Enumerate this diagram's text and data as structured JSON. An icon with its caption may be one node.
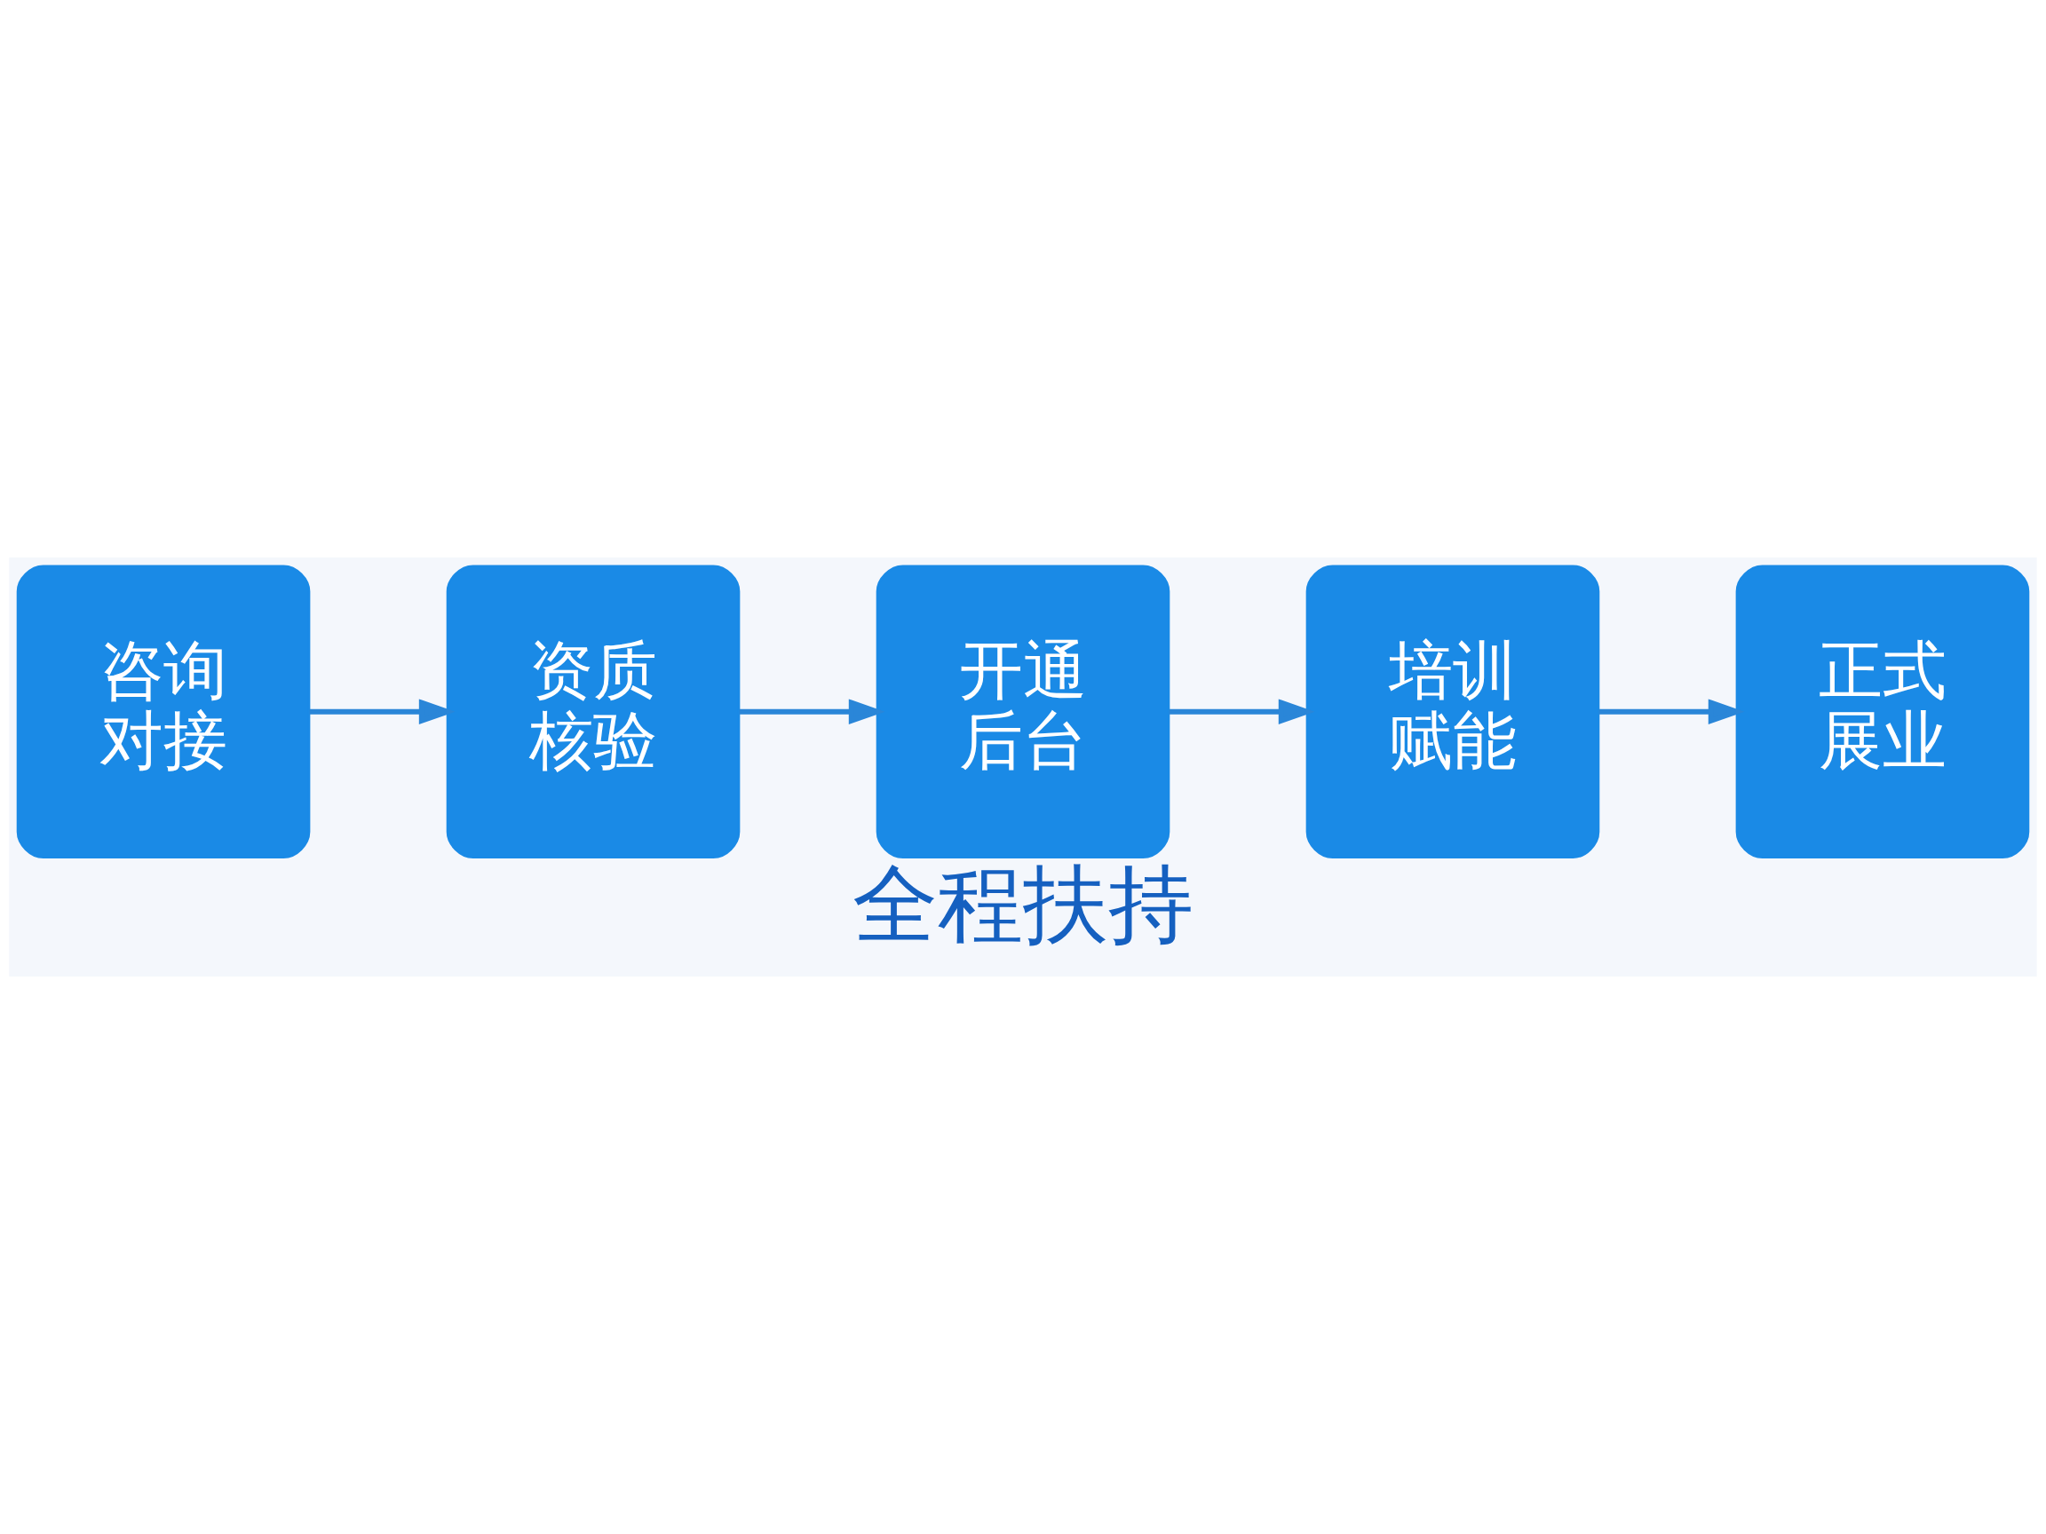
{
  "diagram": {
    "caption": "全程扶持",
    "nodes": [
      {
        "text": [
          "咨询对接"
        ]
      },
      {
        "text": [
          "资质核验"
        ]
      },
      {
        "text": [
          "开通后台"
        ]
      },
      {
        "text": [
          "培训赋能"
        ]
      },
      {
        "text": [
          "正式展业"
        ]
      }
    ],
    "edges": [
      {
        "from": 0,
        "to": 1,
        "arrow": "to"
      },
      {
        "from": 1,
        "to": 2,
        "arrow": "to"
      },
      {
        "from": 2,
        "to": 3,
        "arrow": "to"
      },
      {
        "from": 3,
        "to": 4,
        "arrow": "to"
      }
    ]
  }
}
